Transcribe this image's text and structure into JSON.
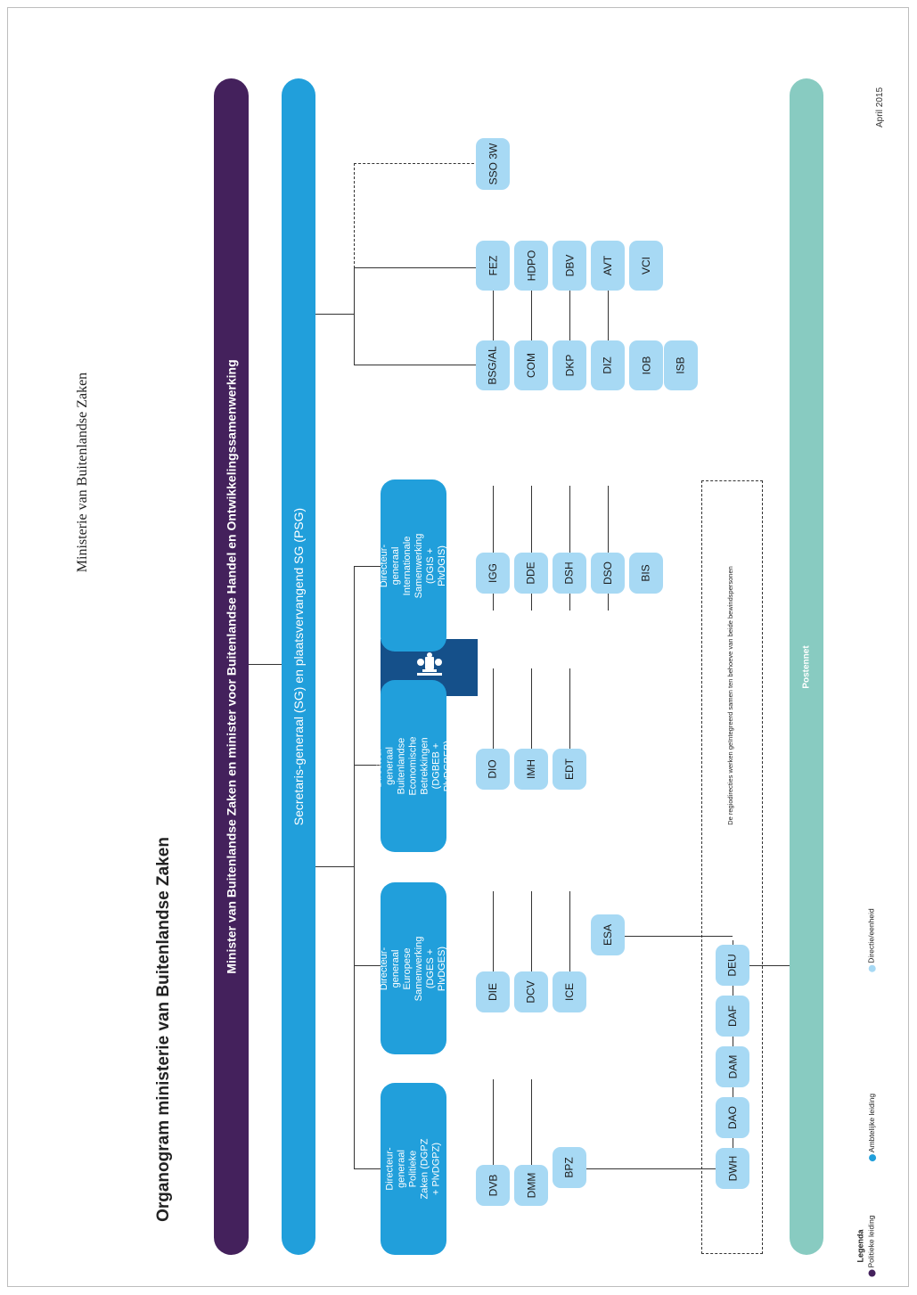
{
  "title": "Organogram ministerie van Buitenlandse Zaken",
  "ministry": "Ministerie van Buitenlandse Zaken",
  "date": "April 2015",
  "minister": "Minister van Buitenlandse Zaken en minister voor Buitenlandse Handel en Ontwikkelingssamenwerking",
  "sg": "Secretaris-generaal (SG) en plaatsvervangend SG (PSG)",
  "postennet": "Postennet",
  "dg": {
    "pz": "Directeur-generaal Politieke Zaken (DGPZ + PlvDGPZ)",
    "es": "Directeur-generaal Europese Samenwerking (DGES + PlvDGES)",
    "beb": "Directeur-generaal Buitenlandse Economische Betrekkingen (DGBEB + PlvDGBEB)",
    "is": "Directeur-generaal Internationale Samenwerking (DGIS + PlvDGIS)"
  },
  "units": {
    "dvb": "DVB",
    "dmm": "DMM",
    "bpz": "BPZ",
    "die": "DIE",
    "dcv": "DCV",
    "ice": "ICE",
    "esa": "ESA",
    "dio": "DIO",
    "imh": "IMH",
    "edt": "EDT",
    "igg": "IGG",
    "dde": "DDE",
    "dsh": "DSH",
    "dso": "DSO",
    "bis": "BIS",
    "dwh": "DWH",
    "dao": "DAO",
    "dam": "DAM",
    "daf": "DAF",
    "deu": "DEU",
    "bsg": "BSG/AL",
    "com": "COM",
    "dkp": "DKP",
    "diz": "DIZ",
    "iob": "IOB",
    "isb": "ISB",
    "fez": "FEZ",
    "hdpo": "HDPO",
    "dbv": "DBV",
    "avt": "AVT",
    "vci": "VCI",
    "sso": "SSO 3W"
  },
  "regio_note": "De regiodirecties werken geïntegreerd samen ten behoeve van beide bewindspersonen",
  "legend": {
    "title": "Legenda",
    "pl": "Politieke leiding",
    "am": "Ambtelijke leiding",
    "de": "Directie/eenheid"
  },
  "colors": {
    "politiek": "#44215c",
    "ambtelijk": "#219fdb",
    "directie": "#a7d9f4",
    "postennet": "#88cbc1",
    "logo": "#15508a"
  }
}
